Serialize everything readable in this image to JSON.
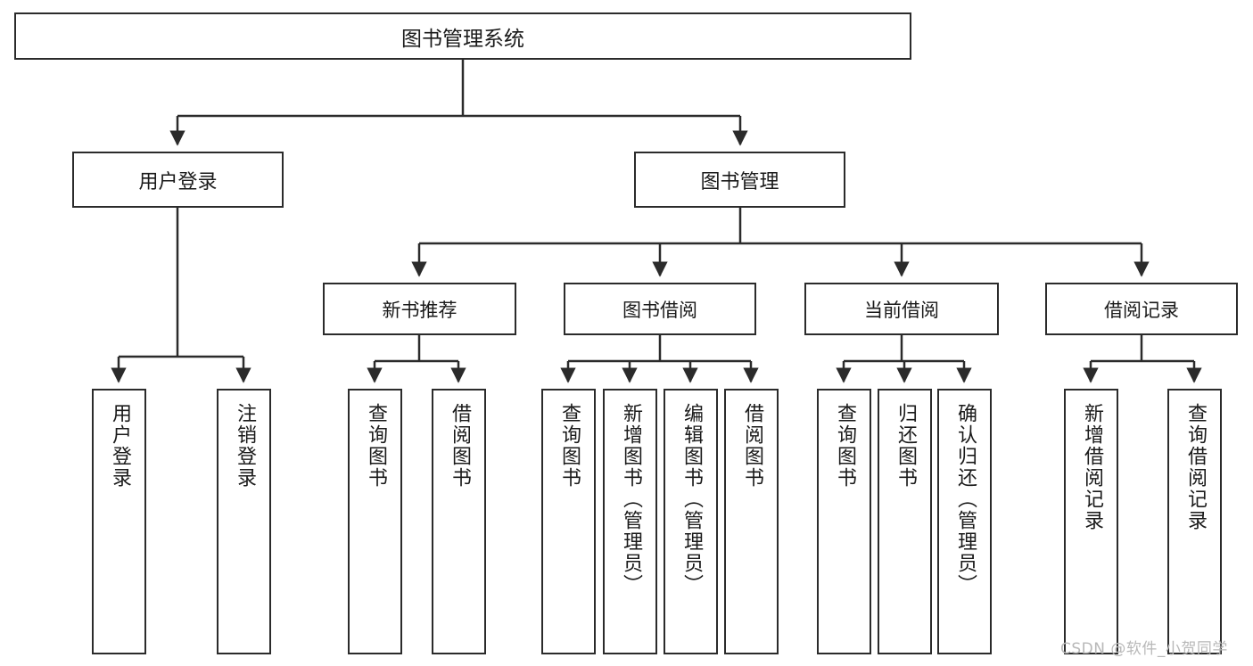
{
  "diagram": {
    "title": "图书管理系统",
    "type": "function-hierarchy-tree",
    "watermark": "CSDN @软件_小贺同学",
    "colors": {
      "background": "#ffffff",
      "border": "#2b2b2b",
      "text": "#1a1a1a",
      "connector": "#2b2b2b",
      "watermark": "#b8b8b8"
    }
  },
  "root": {
    "label": "图书管理系统"
  },
  "level2": [
    {
      "label": "用户登录"
    },
    {
      "label": "图书管理"
    }
  ],
  "level3": [
    {
      "label": "新书推荐"
    },
    {
      "label": "图书借阅"
    },
    {
      "label": "当前借阅"
    },
    {
      "label": "借阅记录"
    }
  ],
  "leaves": {
    "user_login": [
      {
        "label": "用户登录"
      },
      {
        "label": "注销登录"
      }
    ],
    "new_book_recommend": [
      {
        "label": "查询图书"
      },
      {
        "label": "借阅图书"
      }
    ],
    "book_borrow": [
      {
        "label": "查询图书"
      },
      {
        "label": "新增图书（管理员）"
      },
      {
        "label": "编辑图书（管理员）"
      },
      {
        "label": "借阅图书"
      }
    ],
    "current_borrow": [
      {
        "label": "查询图书"
      },
      {
        "label": "归还图书"
      },
      {
        "label": "确认归还（管理员）"
      }
    ],
    "borrow_record": [
      {
        "label": "新增借阅记录"
      },
      {
        "label": "查询借阅记录"
      }
    ]
  }
}
